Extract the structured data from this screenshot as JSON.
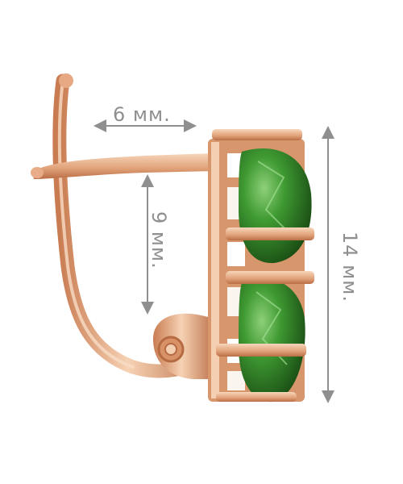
{
  "dimensions": {
    "width_label": "6 мм.",
    "inner_height_label": "9 мм.",
    "total_height_label": "14 мм."
  },
  "colors": {
    "gold_light": "#f3c9a8",
    "gold_mid": "#e3a57c",
    "gold_dark": "#b86d45",
    "stone_light": "#6bb85a",
    "stone_mid": "#2f7d26",
    "stone_dark": "#174a12",
    "dimension_line": "#8f8f8f"
  }
}
